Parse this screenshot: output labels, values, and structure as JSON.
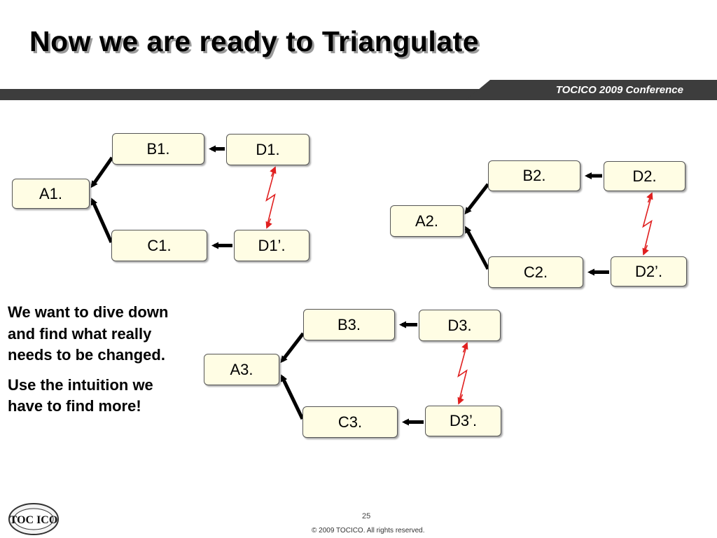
{
  "slide": {
    "title": "Now we are ready to Triangulate",
    "conference": "TOCICO 2009 Conference",
    "page_number": "25",
    "copyright": "© 2009 TOCICO. All rights reserved.",
    "logo_text": "TOC ICO"
  },
  "diagrams": [
    {
      "a": "A1.",
      "b": "B1.",
      "c": "C1.",
      "d": "D1.",
      "d_prime": "D1’."
    },
    {
      "a": "A2.",
      "b": "B2.",
      "c": "C2.",
      "d": "D2.",
      "d_prime": "D2’."
    },
    {
      "a": "A3.",
      "b": "B3.",
      "c": "C3.",
      "d": "D3.",
      "d_prime": "D3’."
    }
  ],
  "side_text": {
    "paragraph_1": "We want to dive down and find what really needs to be changed.",
    "paragraph_2": "Use the intuition we have to find more!"
  },
  "colors": {
    "header_bar": "#3d3d3d",
    "node_fill": "#fffde4",
    "conflict_arrow": "#e02020",
    "conference_text": "#ffffff"
  }
}
